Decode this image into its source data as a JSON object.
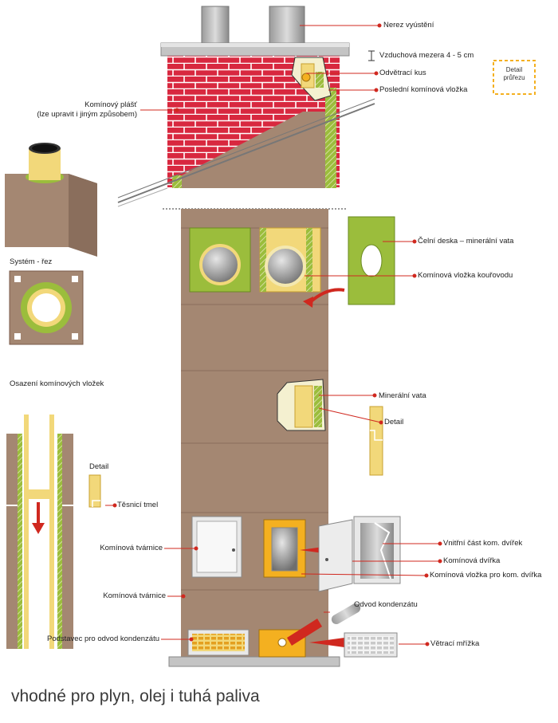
{
  "colors": {
    "brick": "#d8283f",
    "mortar": "#ffffff",
    "block": "#a48772",
    "block_dark": "#8a6e5c",
    "mineral_wool": "#9bbd3c",
    "liner_yellow": "#f2d87a",
    "leader_red": "#d0281f",
    "steel": "#b8b8b8"
  },
  "labels": {
    "nerez": "Nerez vyústění",
    "mezera": "Vzduchová mezera 4 - 5 cm",
    "odvetraci": "Odvětrací kus",
    "posledni": "Poslední komínová vložka",
    "detail_pruřezu_1": "Detail",
    "detail_pruřezu_2": "průřezu",
    "plast_1": "Komínový plášť",
    "plast_2": "(lze upravit i jiným způsobem)",
    "system_rez": "Systém - řez",
    "celni": "Čelní deska – minerální vata",
    "vlozka_kourovodu": "Komínová vložka kouřovodu",
    "osazeni": "Osazení komínových vložek",
    "mineralni_vata": "Minerální vata",
    "detail_right": "Detail",
    "detail_left": "Detail",
    "tesnici": "Těsnicí tmel",
    "tvarnice_1": "Komínová tvárnice",
    "tvarnice_2": "Komínová tvárnice",
    "vnitrni": "Vnitřní část kom. dvířek",
    "dvirka": "Komínová dvířka",
    "vlozka_dvirka": "Komínová vložka pro kom. dvířka",
    "odvod": "Odvod kondenzátu",
    "podstavec": "Podstavec pro odvod kondenzátu",
    "vetraci": "Větrací mřížka"
  },
  "footer": "vhodné pro plyn, olej i tuhá paliva"
}
